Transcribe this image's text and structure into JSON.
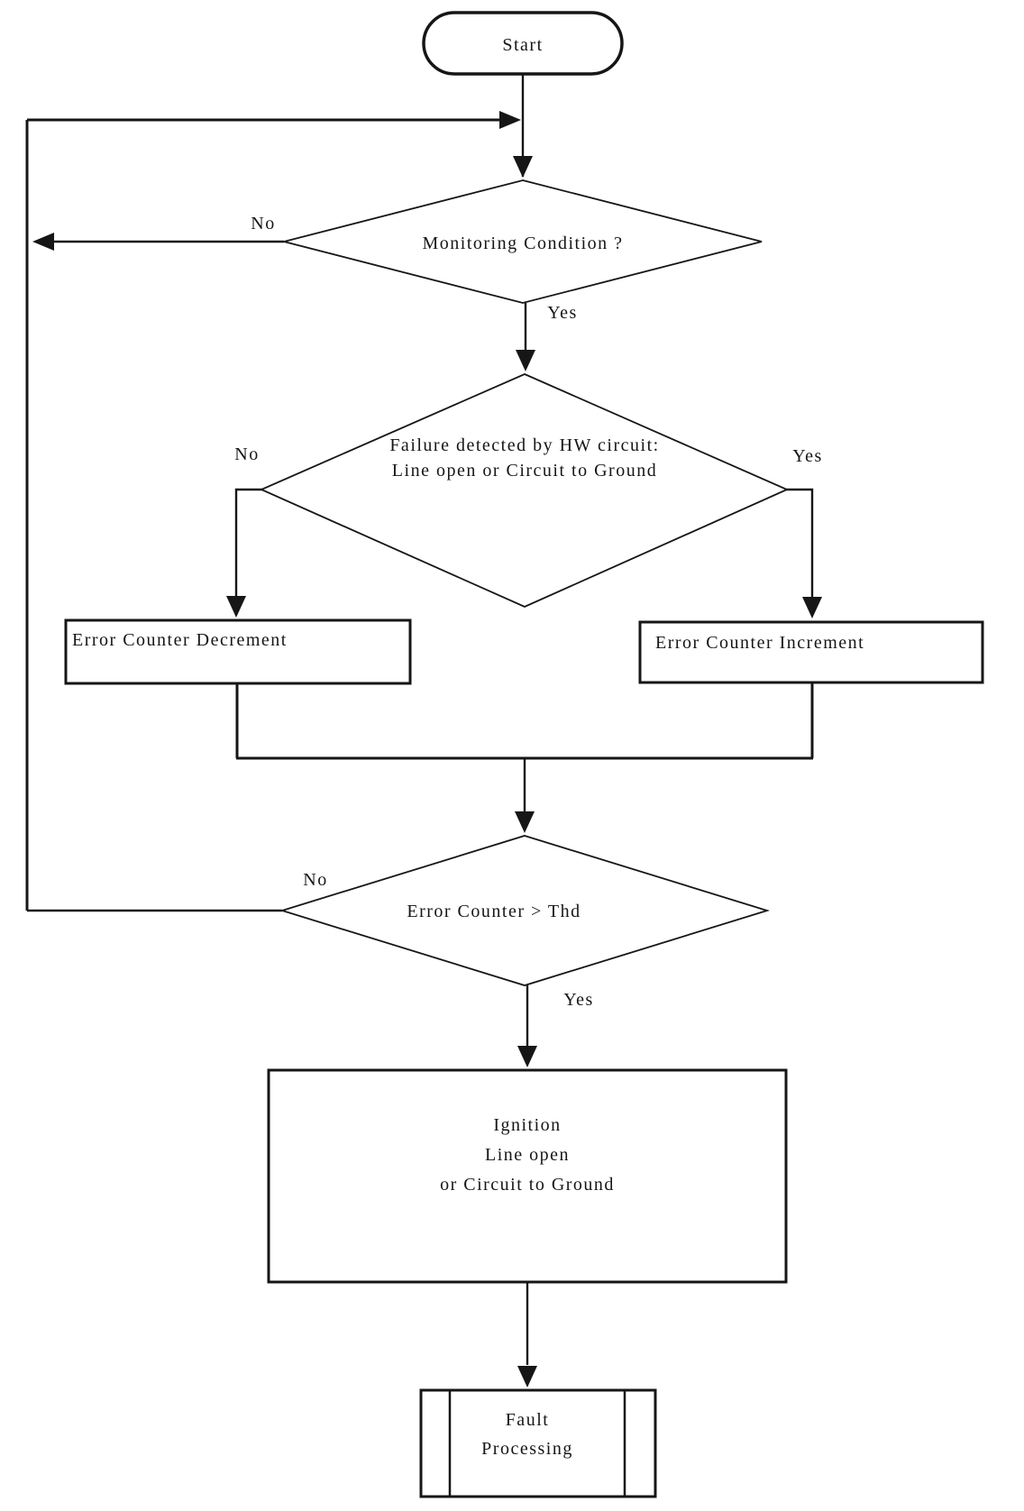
{
  "diagram": {
    "type": "flowchart",
    "background_color": "#ffffff",
    "line_color": "#161616",
    "nodes": {
      "start": {
        "shape": "terminator",
        "label": "Start"
      },
      "monitoring": {
        "shape": "decision",
        "label": "Monitoring Condition ?"
      },
      "failure": {
        "shape": "decision",
        "label_line1": "Failure detected by HW circuit:",
        "label_line2": "Line open or Circuit to Ground"
      },
      "decrement": {
        "shape": "process",
        "label": "Error Counter Decrement"
      },
      "increment": {
        "shape": "process",
        "label": "Error Counter Increment"
      },
      "threshold": {
        "shape": "decision",
        "label": "Error Counter > Thd"
      },
      "ignition": {
        "shape": "process",
        "label_line1": "Ignition",
        "label_line2": "Line open",
        "label_line3": "or Circuit to Ground"
      },
      "fault": {
        "shape": "predefined-process",
        "label_line1": "Fault",
        "label_line2": "Processing"
      }
    },
    "edge_labels": {
      "monitoring_no": "No",
      "monitoring_yes": "Yes",
      "failure_no": "No",
      "failure_yes": "Yes",
      "threshold_no": "No",
      "threshold_yes": "Yes"
    }
  }
}
